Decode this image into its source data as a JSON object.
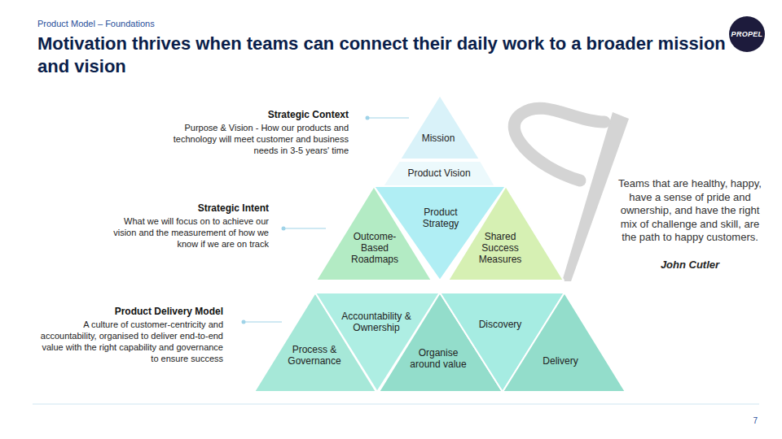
{
  "diagram": {
    "title": "Motivation thrives when teams can connect their daily work to a broader mission and vision",
    "nodes": [
      {
        "text": [
          "PROPEL"
        ]
      },
      {
        "text": [
          "Mission"
        ]
      },
      {
        "text": [
          "Product Vision"
        ]
      },
      {
        "text": [
          "Outcome-Based Roadmaps"
        ]
      },
      {
        "text": [
          "Product Strategy"
        ]
      },
      {
        "text": [
          "Shared Success Measures"
        ]
      },
      {
        "text": [
          "Process & Governance"
        ]
      },
      {
        "text": [
          "Accountability & Ownership"
        ]
      },
      {
        "text": [
          "Organise around value"
        ]
      },
      {
        "text": [
          "Discovery"
        ]
      },
      {
        "text": [
          "Delivery"
        ]
      }
    ],
    "labels": [
      "Product Model – Foundations",
      "Strategic Context",
      "Purpose & Vision - How our products and technology will meet customer and business needs in 3-5 years' time",
      "Strategic Intent",
      "What we will focus on to achieve our vision and the measurement of how we know if we are on track",
      "Product Delivery Model",
      "A culture of customer-centricity and accountability, organised to deliver end-to-end value with the right capability and governance to ensure success",
      "Teams that are healthy, happy, have a sense of pride and ownership, and have the right mix of challenge and skill, are the path to happy customers.",
      "John Cutler",
      "7"
    ]
  }
}
